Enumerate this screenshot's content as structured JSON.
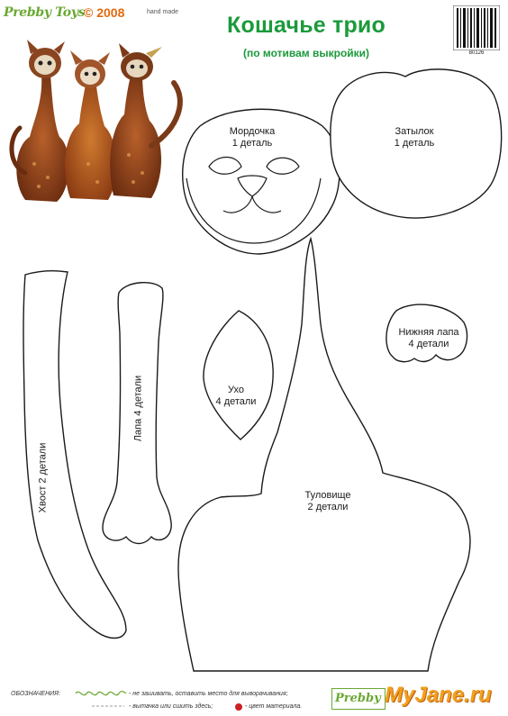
{
  "header": {
    "brand": "Prebby Toys",
    "copyright": "© 2008",
    "handmade": "hand made",
    "title": "Кошачье трио",
    "subtitle": "(по мотивам выкройки)",
    "code": "80126"
  },
  "pieces": {
    "face": {
      "name": "Мордочка",
      "count": "1 деталь"
    },
    "nape": {
      "name": "Затылок",
      "count": "1 деталь"
    },
    "tail": {
      "label": "Хвост 2 детали"
    },
    "paw": {
      "label": "Лапа 4 детали"
    },
    "ear": {
      "name": "Ухо",
      "count": "4 детали"
    },
    "lower_paw": {
      "name": "Нижняя лапа",
      "count": "4 детали"
    },
    "body": {
      "name": "Туловище",
      "count": "2 детали"
    }
  },
  "legend": {
    "title": "ОБОЗНАЧЕНИЯ:",
    "item1": "- не зашивать, оставить место  для выворачивания;",
    "item2": "- вытачка или сшить здесь;",
    "item3": "- цвет материала."
  },
  "footer": {
    "brand": "Prebby Toys",
    "watermark": "MyJane.ru"
  },
  "colors": {
    "title_green": "#1b9a3a",
    "brand_green": "#6aa832",
    "copyright_orange": "#e06a10",
    "marker_red": "#cc2020",
    "watermark_orange": "#f0a020"
  }
}
